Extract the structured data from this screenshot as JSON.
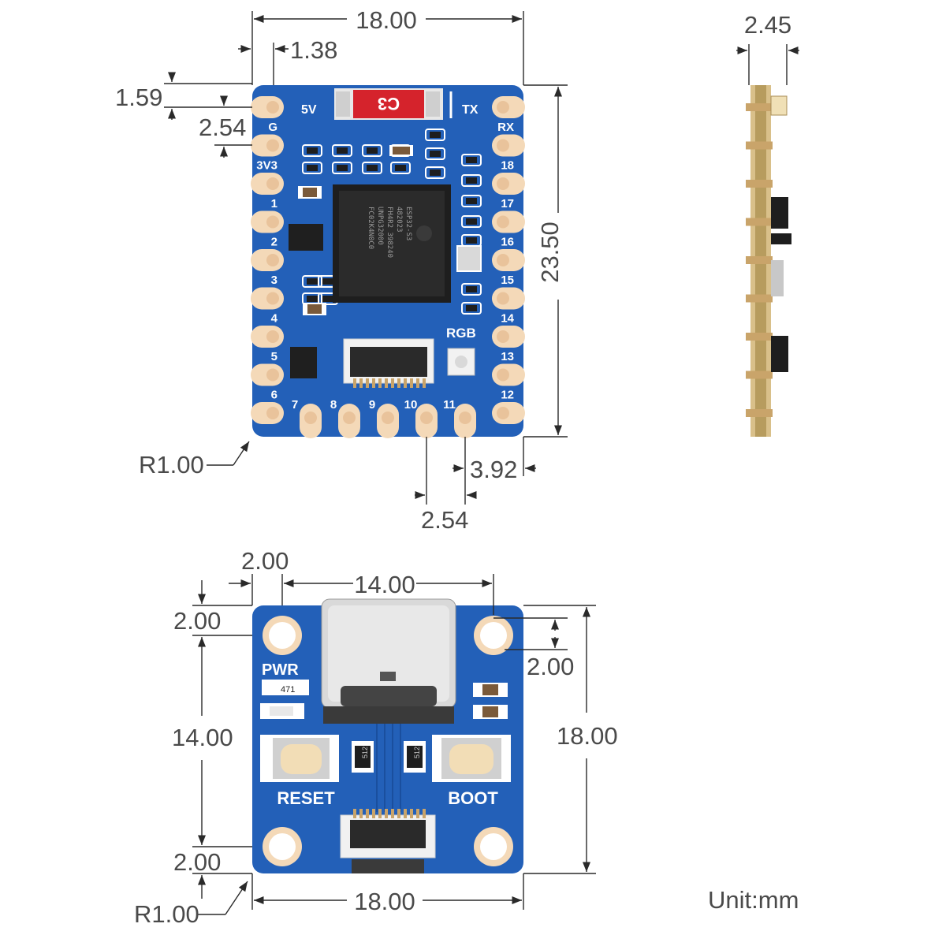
{
  "colors": {
    "pcb": "#2360b8",
    "pcb_dark": "#1a4f9e",
    "pad": "#f4d9b8",
    "pad_inner": "#e9c39b",
    "dim_line": "#2a2a2a",
    "dim_text": "#4a4a4a",
    "silk": "#ffffff",
    "chip": "#262626",
    "label_red": "#d5232c"
  },
  "top_view": {
    "dimensions": {
      "width": "18.00",
      "pad_offset": "1.38",
      "pad_top_offset": "1.59",
      "pin_pitch": "2.54",
      "height": "23.50",
      "corner_radius": "R1.00",
      "bottom_offset": "3.92",
      "bottom_pitch": "2.54"
    },
    "left_pins": [
      "G",
      "3V3",
      "1",
      "2",
      "3",
      "4",
      "5",
      "6"
    ],
    "right_pins": [
      "RX",
      "18",
      "17",
      "16",
      "15",
      "14",
      "13",
      "12"
    ],
    "bottom_pins": [
      "7",
      "8",
      "9",
      "10",
      "11"
    ],
    "top_labels": {
      "left": "5V",
      "right": "TX"
    },
    "red_label": "C3",
    "rgb_label": "RGB",
    "chip_lines": [
      "ESP32-S3",
      "482023",
      "FH4R2 398240",
      "UNPG32000",
      "FC02K4N0C0"
    ]
  },
  "side_view": {
    "dimensions": {
      "thickness": "2.45"
    }
  },
  "bottom_view": {
    "dimensions": {
      "hole_edge_x": "2.00",
      "hole_spacing_x": "14.00",
      "hole_edge_y_top": "2.00",
      "hole_spacing_y": "14.00",
      "hole_edge_y_bottom": "2.00",
      "hole_size_right": "2.00",
      "height": "18.00",
      "width": "18.00",
      "corner_radius": "R1.00"
    },
    "labels": {
      "pwr": "PWR",
      "reset": "RESET",
      "boot": "BOOT",
      "r1": "471",
      "r2": "512",
      "r3": "512"
    }
  },
  "unit": "Unit:mm"
}
